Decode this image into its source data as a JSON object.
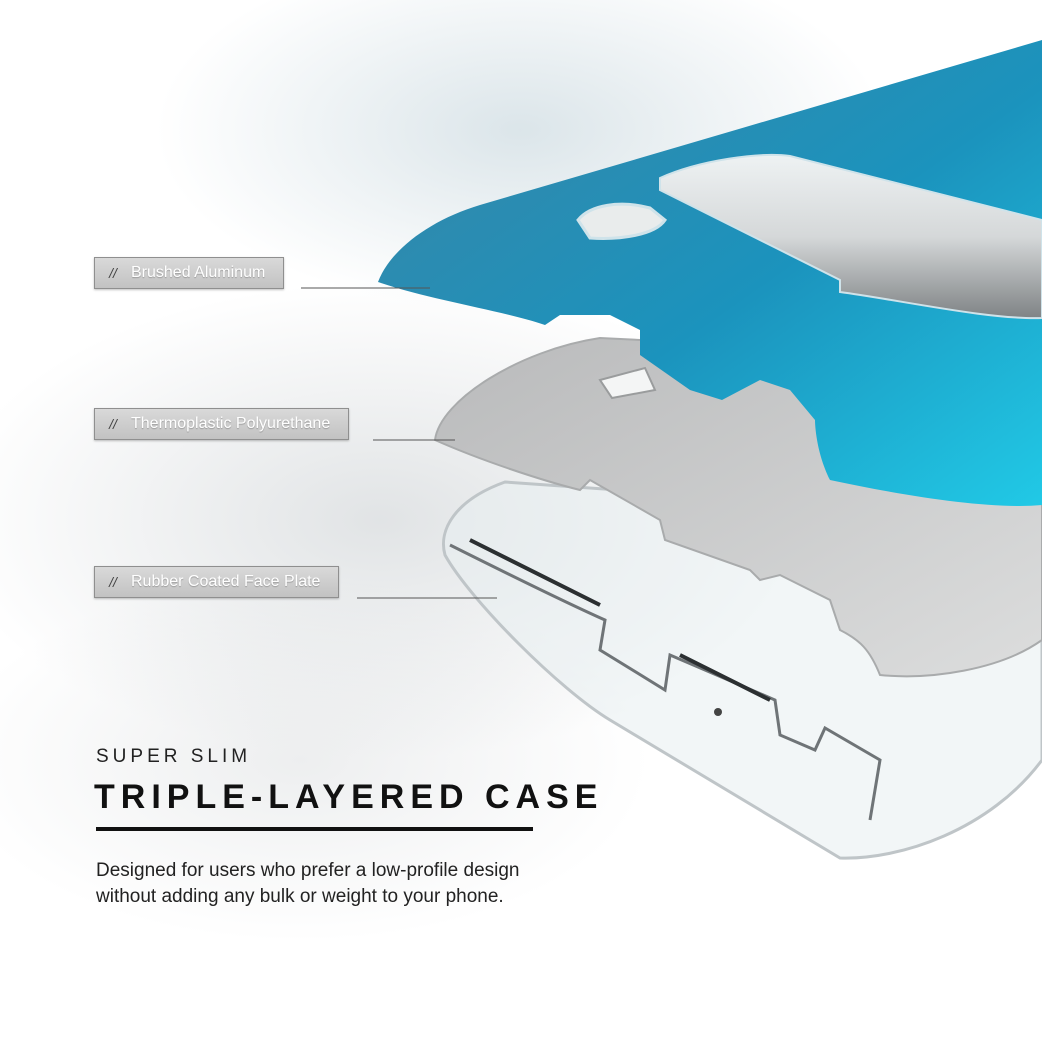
{
  "callouts": [
    {
      "slash": "//",
      "label": "Brushed Aluminum"
    },
    {
      "slash": "//",
      "label": "Thermoplastic Polyurethane"
    },
    {
      "slash": "//",
      "label": "Rubber Coated Face Plate"
    }
  ],
  "heading": {
    "kicker": "SUPER SLIM",
    "title": "TRIPLE-LAYERED CASE"
  },
  "description": "Designed for users who prefer a low-profile design without adding any bulk or weight to your phone.",
  "colors": {
    "aluminum_layer": "#1e8fb5",
    "aluminum_glow": "#27d0e8",
    "tpu_layer": "#c9cacb",
    "face_plate": "#e8eef0",
    "text": "#111111"
  }
}
